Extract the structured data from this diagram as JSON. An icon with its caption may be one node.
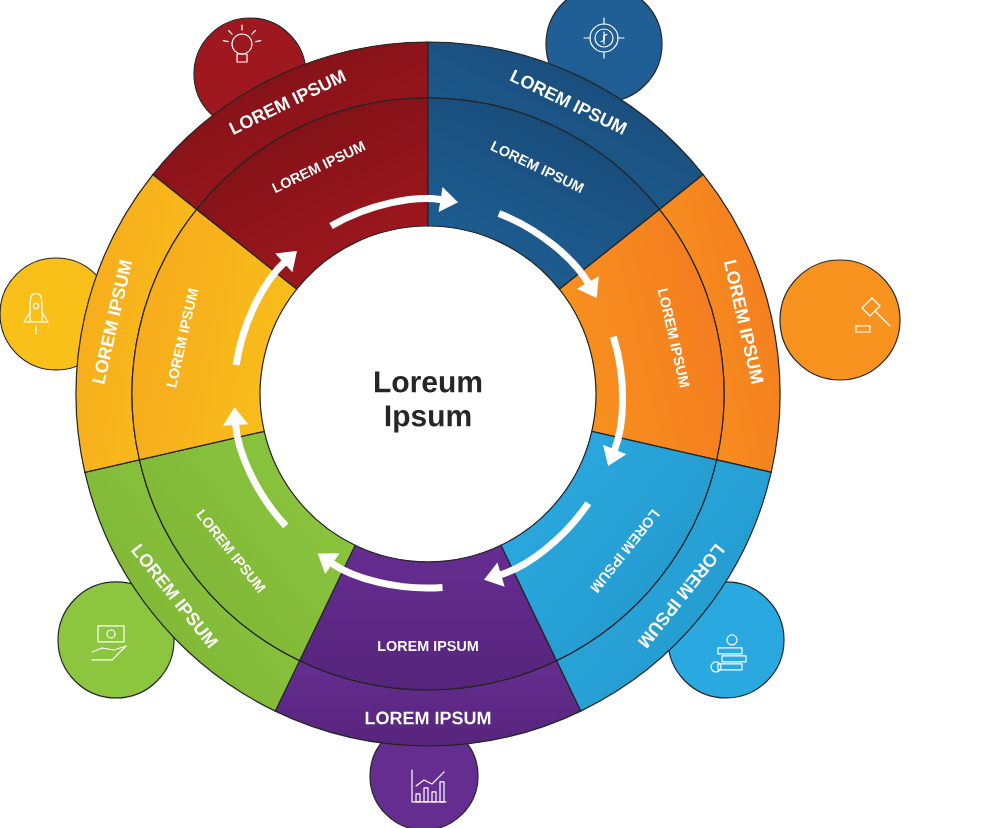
{
  "diagram": {
    "nodes": [
      {
        "text": [
          "LOREM IPSUM"
        ]
      },
      {
        "text": [
          "LOREM IPSUM"
        ]
      },
      {
        "text": [
          "LOREM IPSUM"
        ]
      },
      {
        "text": [
          "LOREM IPSUM"
        ]
      },
      {
        "text": [
          "LOREM IPSUM"
        ]
      },
      {
        "text": [
          "LOREM IPSUM"
        ]
      },
      {
        "text": [
          "LOREM IPSUM"
        ]
      },
      {
        "text": [
          "LOREM IPSUM"
        ]
      },
      {
        "text": [
          "LOREM IPSUM"
        ]
      },
      {
        "text": [
          "LOREM IPSUM"
        ]
      },
      {
        "text": [
          "LOREM IPSUM"
        ]
      },
      {
        "text": [
          "LOREM IPSUM"
        ]
      },
      {
        "text": [
          "LOREM IPSUM"
        ]
      },
      {
        "text": [
          "LOREM IPSUM"
        ]
      },
      {
        "text": [
          "Loreum Ipsum"
        ]
      }
    ],
    "edges": [
      {
        "from": 1,
        "to": 3,
        "arrow": "to"
      },
      {
        "from": 3,
        "to": 5,
        "arrow": "to"
      },
      {
        "from": 5,
        "to": 7,
        "arrow": "to"
      },
      {
        "from": 7,
        "to": 9,
        "arrow": "to"
      },
      {
        "from": 9,
        "to": 11,
        "arrow": "to"
      },
      {
        "from": 11,
        "to": 13,
        "arrow": "to"
      },
      {
        "from": 13,
        "to": 1,
        "arrow": "to"
      }
    ]
  }
}
